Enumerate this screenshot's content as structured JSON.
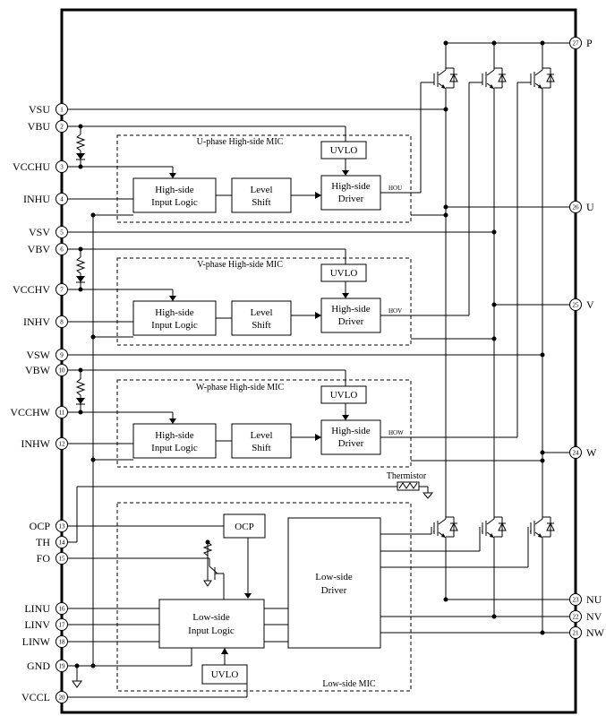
{
  "pins": {
    "vsu": {
      "name": "VSU",
      "num": "1"
    },
    "vbu": {
      "name": "VBU",
      "num": "2"
    },
    "vcchu": {
      "name": "VCCHU",
      "num": "3"
    },
    "inhu": {
      "name": "INHU",
      "num": "4"
    },
    "vsv": {
      "name": "VSV",
      "num": "5"
    },
    "vbv": {
      "name": "VBV",
      "num": "6"
    },
    "vcchv": {
      "name": "VCCHV",
      "num": "7"
    },
    "inhv": {
      "name": "INHV",
      "num": "8"
    },
    "vsw": {
      "name": "VSW",
      "num": "9"
    },
    "vbw": {
      "name": "VBW",
      "num": "10"
    },
    "vcchw": {
      "name": "VCCHW",
      "num": "11"
    },
    "inhw": {
      "name": "INHW",
      "num": "12"
    },
    "ocp": {
      "name": "OCP",
      "num": "13"
    },
    "th": {
      "name": "TH",
      "num": "14"
    },
    "fo": {
      "name": "FO",
      "num": "15"
    },
    "linu": {
      "name": "LINU",
      "num": "16"
    },
    "linv": {
      "name": "LINV",
      "num": "17"
    },
    "linw": {
      "name": "LINW",
      "num": "18"
    },
    "gnd": {
      "name": "GND",
      "num": "19"
    },
    "vccl": {
      "name": "VCCL",
      "num": "20"
    },
    "nw": {
      "name": "NW",
      "num": "21"
    },
    "nv": {
      "name": "NV",
      "num": "22"
    },
    "nu": {
      "name": "NU",
      "num": "23"
    },
    "w": {
      "name": "W",
      "num": "24"
    },
    "v": {
      "name": "V",
      "num": "25"
    },
    "u": {
      "name": "U",
      "num": "26"
    },
    "p": {
      "name": "P",
      "num": "27"
    }
  },
  "blocks": {
    "u_mic_title": "U-phase High-side MIC",
    "v_mic_title": "V-phase High-side MIC",
    "w_mic_title": "W-phase High-side MIC",
    "hs_input_logic_l1": "High-side",
    "hs_input_logic_l2": "Input Logic",
    "level_shift_l1": "Level",
    "level_shift_l2": "Shift",
    "hs_driver_l1": "High-side",
    "hs_driver_l2": "Driver",
    "uvlo": "UVLO",
    "ocp": "OCP",
    "ls_driver_l1": "Low-side",
    "ls_driver_l2": "Driver",
    "ls_input_logic_l1": "Low-side",
    "ls_input_logic_l2": "Input Logic",
    "ls_mic_title": "Low-side MIC",
    "thermistor": "Thermistor",
    "hou": "HOU",
    "hov": "HOV",
    "how": "HOW"
  }
}
